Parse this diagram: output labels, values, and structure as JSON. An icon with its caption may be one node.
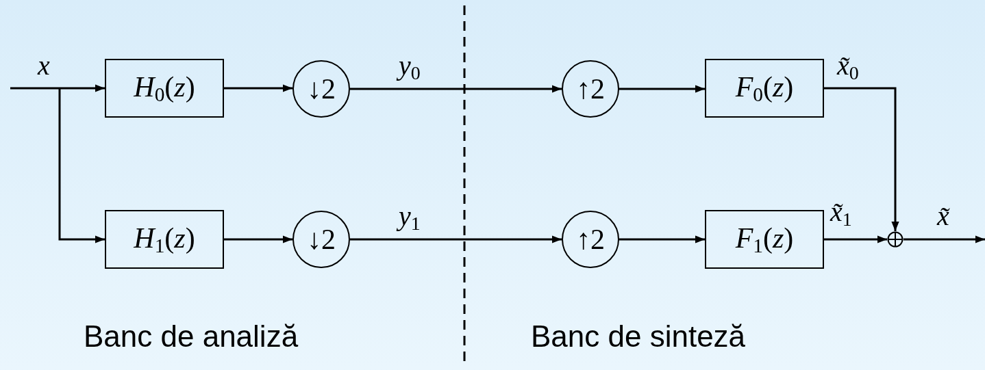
{
  "diagram": {
    "nodes": [
      {
        "text": [
          "*H*$_{0}$(*z*)"
        ]
      },
      {
        "text": [
          "↓2"
        ]
      },
      {
        "text": [
          "↑2"
        ]
      },
      {
        "text": [
          "*F*$_{0}$(*z*)"
        ]
      },
      {
        "text": [
          "*H*$_{1}$(*z*)"
        ]
      },
      {
        "text": [
          "↓2"
        ]
      },
      {
        "text": [
          "↑2"
        ]
      },
      {
        "text": [
          "*F*$_{1}$(*z*)"
        ]
      },
      {
        "text": [],
        "shape": "circle"
      }
    ],
    "edges": [
      {
        "from": null,
        "to": 0,
        "arrow": "to",
        "label": "*x*"
      },
      {
        "from": null,
        "to": 4,
        "arrow": "to"
      },
      {
        "from": 0,
        "to": 1,
        "arrow": "to"
      },
      {
        "from": 1,
        "to": 2,
        "arrow": "to",
        "label": "*y*$_{0}$"
      },
      {
        "from": 2,
        "to": 3,
        "arrow": "to"
      },
      {
        "from": 3,
        "to": 8,
        "arrow": "to",
        "label": "*x̃*$_{0}$"
      },
      {
        "from": 4,
        "to": 5,
        "arrow": "to"
      },
      {
        "from": 5,
        "to": 6,
        "arrow": "to",
        "label": "*y*$_{1}$"
      },
      {
        "from": 6,
        "to": 7,
        "arrow": "to"
      },
      {
        "from": 7,
        "to": 8,
        "arrow": "to",
        "label": "*x̃*$_{1}$"
      },
      {
        "from": 8,
        "to": null,
        "arrow": "to",
        "label": "*x̃*"
      }
    ],
    "labels": [
      "Banc de analiză",
      "Banc de sinteză"
    ]
  }
}
